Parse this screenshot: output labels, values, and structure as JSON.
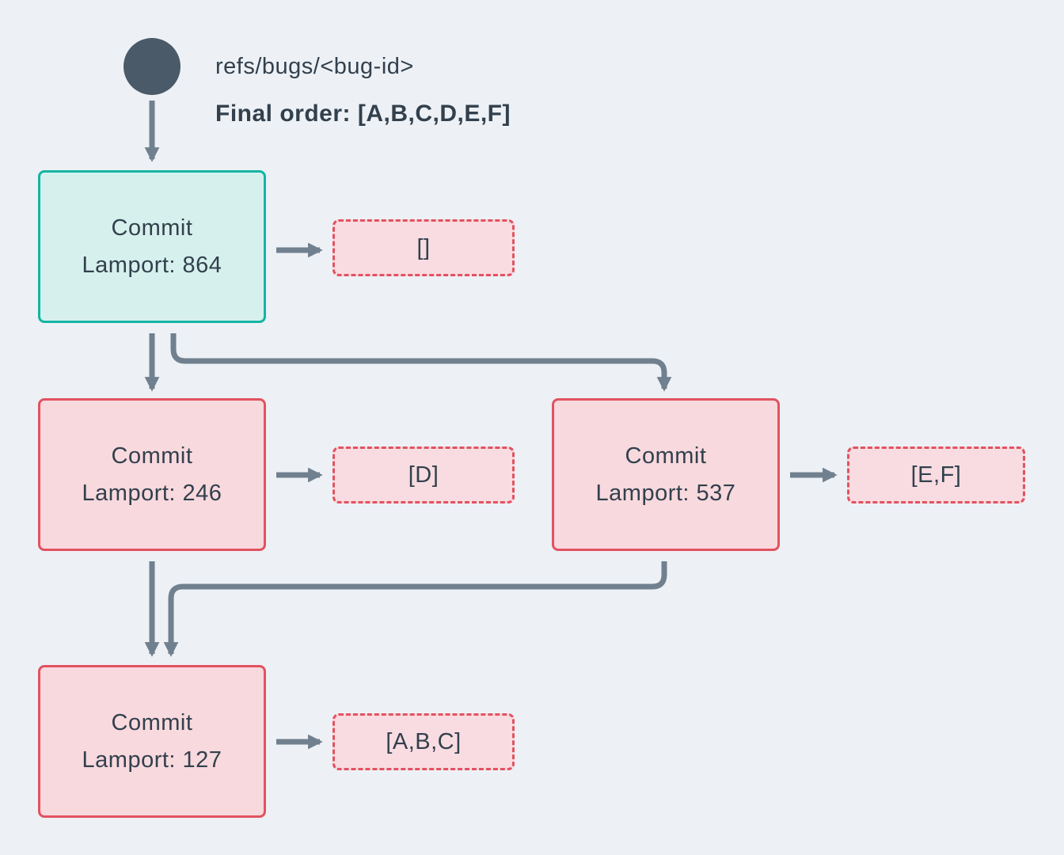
{
  "colors": {
    "background": "#edf1f5",
    "ref_node": "#4a5a68",
    "edge": "#71808e",
    "head_border": "#14b4a2",
    "head_fill": "#d6f1ed",
    "commit_border": "#e25260",
    "commit_fill": "#f8d9de",
    "payload_fill": "#f8dce1",
    "text": "#32404d"
  },
  "ref": {
    "label": "refs/bugs/<bug-id>",
    "final_order": "Final order: [A,B,C,D,E,F]"
  },
  "commits": [
    {
      "title": "Commit",
      "lamport": "Lamport: 864",
      "payload": "[]"
    },
    {
      "title": "Commit",
      "lamport": "Lamport: 246",
      "payload": "[D]"
    },
    {
      "title": "Commit",
      "lamport": "Lamport: 537",
      "payload": "[E,F]"
    },
    {
      "title": "Commit",
      "lamport": "Lamport: 127",
      "payload": "[A,B,C]"
    }
  ]
}
